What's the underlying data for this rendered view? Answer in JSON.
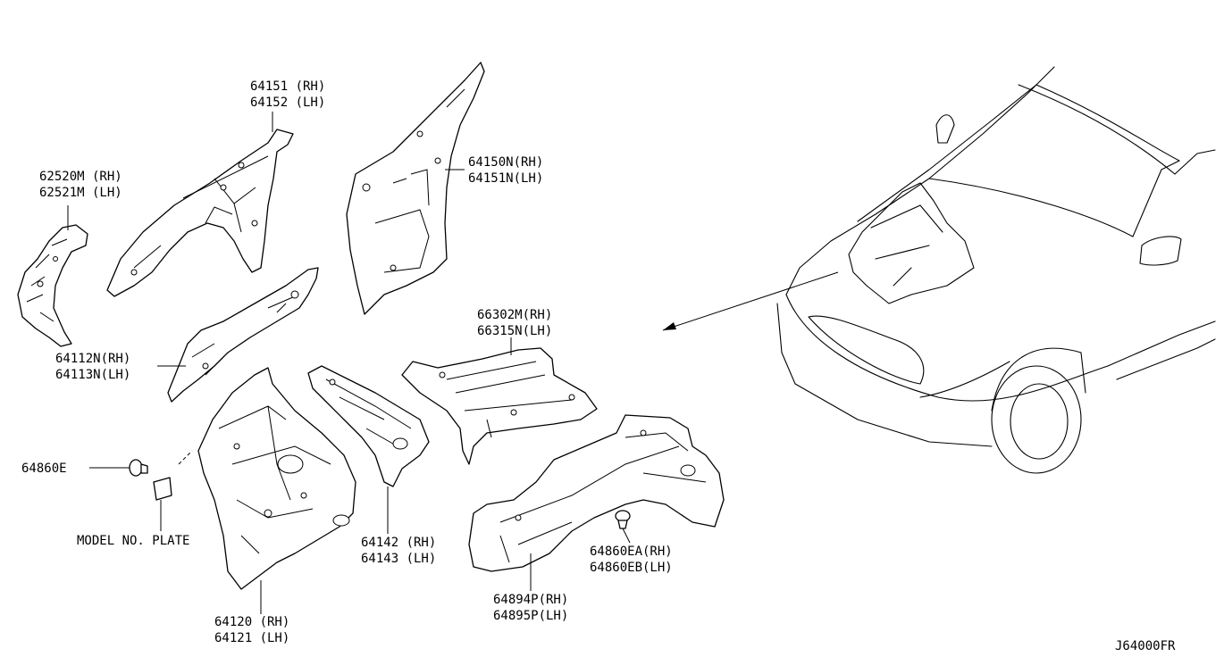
{
  "diagram_id": "J64000FR",
  "callouts": [
    {
      "id": "c64151",
      "rh": "64151 (RH)",
      "lh": "64152 (LH)"
    },
    {
      "id": "c62520",
      "rh": "62520M (RH)",
      "lh": "62521M (LH)"
    },
    {
      "id": "c64150",
      "rh": "64150N(RH)",
      "lh": "64151N(LH)"
    },
    {
      "id": "c66302",
      "rh": "66302M(RH)",
      "lh": "66315N(LH)"
    },
    {
      "id": "c64112",
      "rh": "64112N(RH)",
      "lh": "64113N(LH)"
    },
    {
      "id": "c64142",
      "rh": "64142 (RH)",
      "lh": "64143 (LH)"
    },
    {
      "id": "c64860ea",
      "rh": "64860EA(RH)",
      "lh": "64860EB(LH)"
    },
    {
      "id": "c64894",
      "rh": "64894P(RH)",
      "lh": "64895P(LH)"
    },
    {
      "id": "c64120",
      "rh": "64120 (RH)",
      "lh": "64121 (LH)"
    }
  ],
  "single_labels": {
    "grommet": "64860E",
    "model_plate": "MODEL NO. PLATE"
  }
}
